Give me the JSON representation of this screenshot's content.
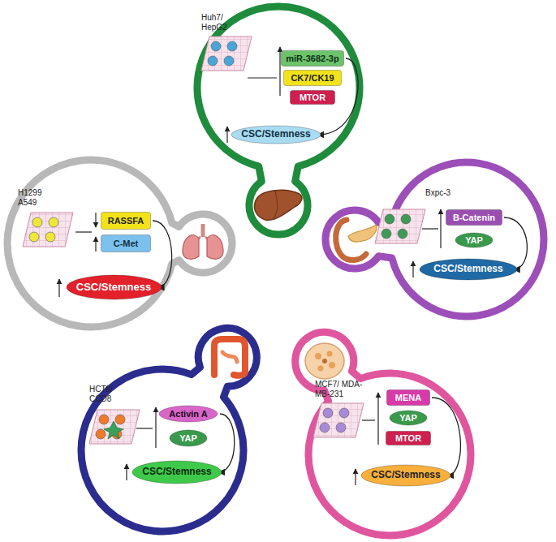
{
  "diagram": {
    "nodes": [
      {
        "text": [
          "miR-3682-3p"
        ]
      },
      {
        "text": [
          "CK7/CK19"
        ]
      },
      {
        "text": [
          "MTOR"
        ]
      },
      {
        "text": [
          "CSC/Stemness"
        ]
      },
      {
        "text": [
          "RASSFA"
        ]
      },
      {
        "text": [
          "C-Met"
        ]
      },
      {
        "text": [
          "CSC/Stemness"
        ]
      },
      {
        "text": [
          "B-Catenin"
        ]
      },
      {
        "text": [
          "YAP"
        ]
      },
      {
        "text": [
          "CSC/Stemness"
        ]
      },
      {
        "text": [
          "Activin A"
        ]
      },
      {
        "text": [
          "YAP"
        ]
      },
      {
        "text": [
          "CSC/Stemness"
        ]
      },
      {
        "text": [
          "MENA"
        ]
      },
      {
        "text": [
          "YAP"
        ]
      },
      {
        "text": [
          "MTOR"
        ]
      },
      {
        "text": [
          "CSC/Stemness"
        ]
      }
    ],
    "edges": [
      {
        "from": 0,
        "to": 3,
        "arrow": "to"
      },
      {
        "from": 4,
        "to": 6,
        "arrow": "to"
      },
      {
        "from": 7,
        "to": 9,
        "arrow": "to"
      },
      {
        "from": 10,
        "to": 12,
        "arrow": "to"
      },
      {
        "from": 13,
        "to": 16,
        "arrow": "to"
      }
    ],
    "labels": [
      "Huh7/ HepG2",
      "H1299 A549",
      "Bxpc-3",
      "HCT8/ CCD8",
      "MCF7/ MDA-MB-231"
    ]
  }
}
